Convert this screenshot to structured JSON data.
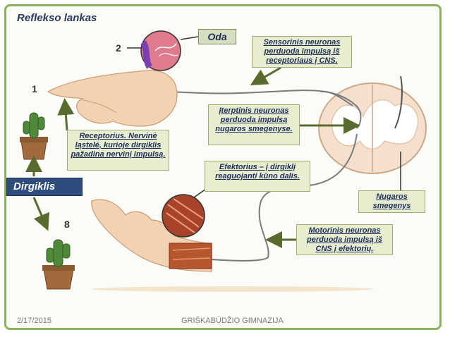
{
  "slide": {
    "title": "Reflekso lankas",
    "labels": {
      "oda": "Oda",
      "sensorinis": "Sensorinis neuronas perduoda impulsą iš receptoriaus į CNS.",
      "iterptinis": "Įterptinis neuronas perduoda impulsą nugaros smegenyse.",
      "receptorius": "Receptorius. Nervinė ląstelė, kurioje dirgiklis pažadina nervinį impulsą.",
      "efektorius": "Efektorius – į dirgiklį reaguojanti kūno dalis.",
      "motorinis": "Motorinis neuronas perduoda impulsą iš CNS į efektorių.",
      "nugaros": "Nugaros smegenys",
      "dirgiklis": "Dirgiklis"
    },
    "numbers": {
      "n1": "1",
      "n2": "2",
      "n8": "8"
    }
  },
  "footer": {
    "date": "2/17/2015",
    "school": "GRIŠKABŪDŽIO GIMNAZIJA"
  },
  "colors": {
    "frame": "#8db05f",
    "label_bg": "#e8edcf",
    "label_text": "#1c2f5a",
    "stimulus_bg": "#2e4c7c",
    "arrow": "#5a6b2f",
    "skin": "#f2d2b0",
    "spinal": "#f4e0cc"
  },
  "icons": [
    "hand-icon",
    "cactus-icon",
    "skin-cell-icon",
    "muscle-icon",
    "spinal-cord-icon"
  ]
}
